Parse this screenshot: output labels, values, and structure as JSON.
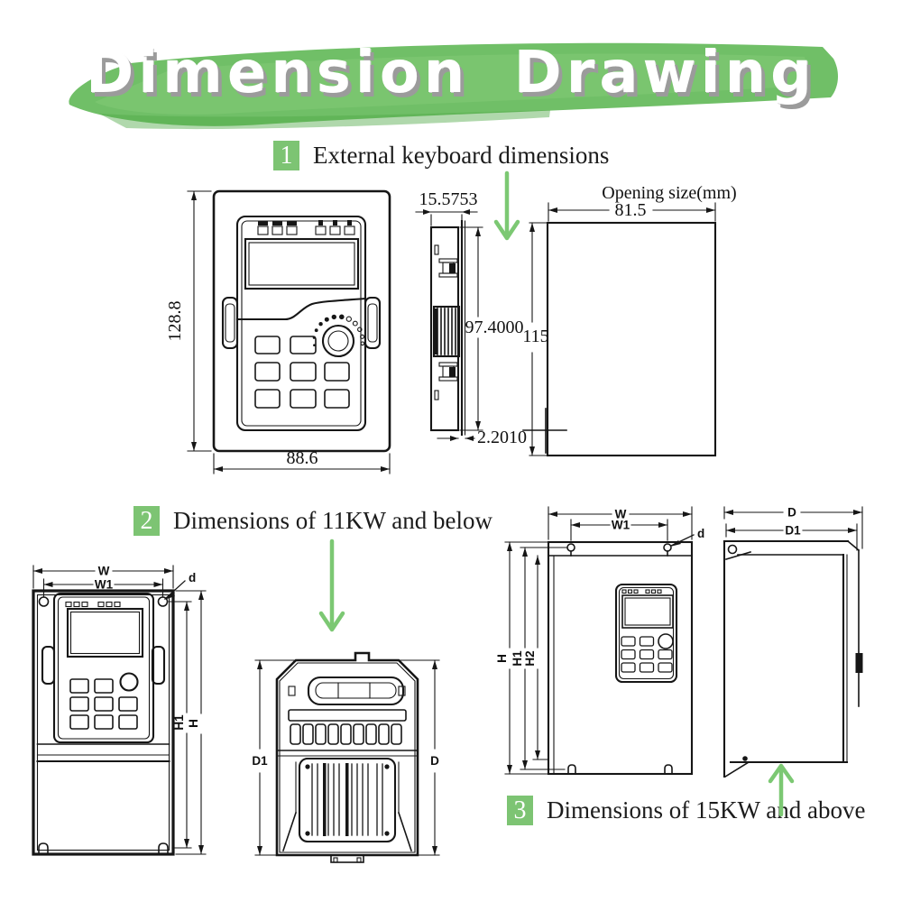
{
  "title": "Dimension Drawing",
  "colors": {
    "brush_green": "#68bc5f",
    "badge_green": "#7dc473",
    "arrow_green": "#7cc873",
    "ink": "#161616"
  },
  "sections": [
    {
      "num": "1",
      "label": "External keyboard dimensions"
    },
    {
      "num": "2",
      "label": "Dimensions of 11KW and below"
    },
    {
      "num": "3",
      "label": "Dimensions of 15KW and above"
    }
  ],
  "keyboard_front": {
    "height": "128.8",
    "width": "88.6"
  },
  "keyboard_side": {
    "depth": "15.5753",
    "height": "97.4000",
    "plate_thickness": "2.2010"
  },
  "opening": {
    "title": "Opening size(mm)",
    "width": "81.5",
    "height": "115"
  },
  "labels": {
    "W": "W",
    "W1": "W1",
    "d": "d",
    "H": "H",
    "H1": "H1",
    "H2": "H2",
    "D": "D",
    "D1": "D1"
  }
}
